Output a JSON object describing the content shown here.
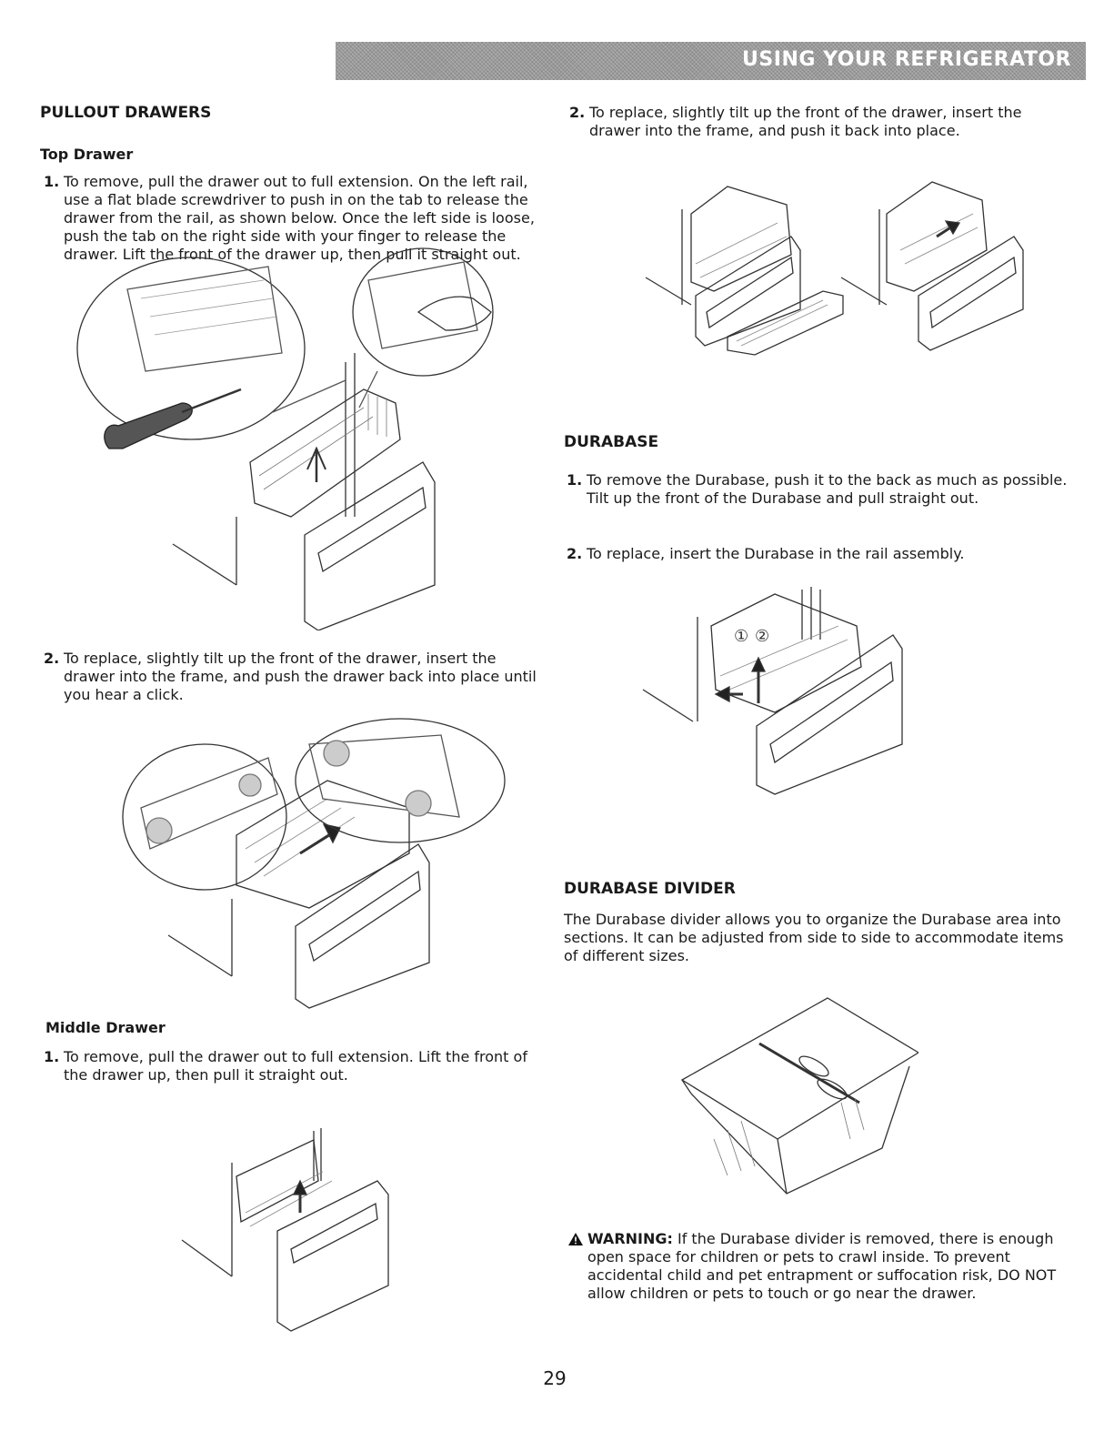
{
  "header": {
    "title": "USING YOUR REFRIGERATOR"
  },
  "left": {
    "section_title": "PULLOUT DRAWERS",
    "top_drawer": {
      "title": "Top Drawer",
      "steps": [
        {
          "num": "1.",
          "text": "To remove, pull the drawer out to full extension. On the left rail, use a flat blade screwdriver to push in on the tab to release the drawer from the rail, as shown below. Once the left side is loose, push the tab on the right side with your finger to release the drawer. Lift the front of the drawer up, then pull it straight out."
        },
        {
          "num": "2.",
          "text": "To replace, slightly tilt up the front of the drawer, insert the drawer into the frame, and push the drawer back into place until you hear a click."
        }
      ]
    },
    "middle_drawer": {
      "title": "Middle Drawer",
      "steps": [
        {
          "num": "1.",
          "text": "To remove, pull the drawer out to full extension. Lift the front of the drawer up, then pull it straight out."
        }
      ]
    }
  },
  "right": {
    "middle_step2": {
      "num": "2.",
      "text": "To replace, slightly tilt up the front of the drawer, insert the drawer into the frame, and push it back into place."
    },
    "durabase": {
      "title": "DURABASE",
      "steps": [
        {
          "num": "1.",
          "text": "To remove the Durabase, push it to the back as much as possible. Tilt up the front of the Durabase and pull straight out."
        },
        {
          "num": "2.",
          "text": "To replace, insert the Durabase in the rail assembly."
        }
      ],
      "callouts": [
        "①",
        "②"
      ]
    },
    "divider": {
      "title": "DURABASE DIVIDER",
      "text": "The Durabase divider allows you to organize the Durabase area into sections. It can be adjusted from side to side to accommodate items of different sizes."
    },
    "warning": {
      "label": "WARNING:",
      "text": " If the Durabase divider is removed, there is enough open space for children or pets to crawl inside. To prevent accidental child and pet entrapment or suffocation risk, DO NOT allow children or pets to touch or go near the drawer."
    }
  },
  "page_number": "29",
  "colors": {
    "header_bg": "#9a9a9a",
    "header_text": "#ffffff",
    "text": "#1a1a1a"
  }
}
